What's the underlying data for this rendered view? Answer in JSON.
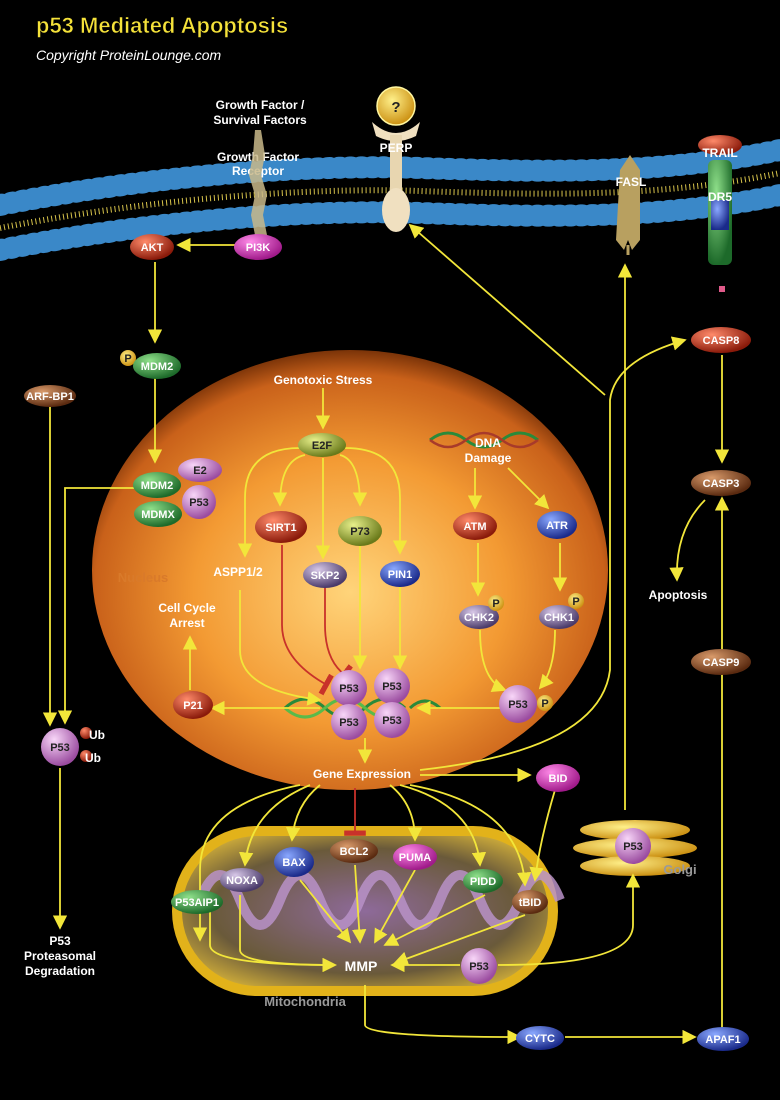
{
  "title": "p53 Mediated Apoptosis",
  "copyright": "Copyright ProteinLounge.com",
  "labels": {
    "growth_factor_1": "Growth Factor /",
    "growth_factor_2": "Survival Factors",
    "gf_receptor_1": "Growth Factor",
    "gf_receptor_2": "Receptor",
    "perp_q": "?",
    "genotoxic": "Genotoxic Stress",
    "dna_damage_1": "DNA",
    "dna_damage_2": "Damage",
    "nucleus": "Nucleus",
    "cell_cycle_1": "Cell Cycle",
    "cell_cycle_2": "Arrest",
    "gene_expression": "Gene Expression",
    "apoptosis": "Apoptosis",
    "degradation_1": "P53",
    "degradation_2": "Proteasomal",
    "degradation_3": "Degradation",
    "golgi": "Golgi",
    "mitochondria": "Mitochondria",
    "phospho": "P",
    "ub": "Ub"
  },
  "nodes": {
    "perp": "PERP",
    "fasl": "FASL",
    "trail": "TRAIL",
    "dr5": "DR5",
    "akt": "AKT",
    "pi3k": "PI3K",
    "mdm2_top": "MDM2",
    "arf_bp1": "ARF-BP1",
    "casp8": "CASP8",
    "e2f": "E2F",
    "mdm2": "MDM2",
    "e2": "E2",
    "p53_complex": "P53",
    "mdmx": "MDMX",
    "sirt1": "SIRT1",
    "p73": "P73",
    "atm": "ATM",
    "atr": "ATR",
    "casp3": "CASP3",
    "aspp": "ASPP1/2",
    "skp2": "SKP2",
    "pin1": "PIN1",
    "chk2": "CHK2",
    "chk1": "CHK1",
    "p21": "P21",
    "p53_a": "P53",
    "p53_b": "P53",
    "p53_c": "P53",
    "p53_d": "P53",
    "p53_phos": "P53",
    "casp9": "CASP9",
    "p53_ub": "P53",
    "bid": "BID",
    "p53_golgi": "P53",
    "noxa": "NOXA",
    "bax": "BAX",
    "bcl2": "BCL2",
    "puma": "PUMA",
    "pidd": "PIDD",
    "p53aip1": "P53AIP1",
    "tbid": "tBID",
    "mmp": "MMP",
    "p53_mito": "P53",
    "cytc": "CYTC",
    "apaf1": "APAF1"
  }
}
